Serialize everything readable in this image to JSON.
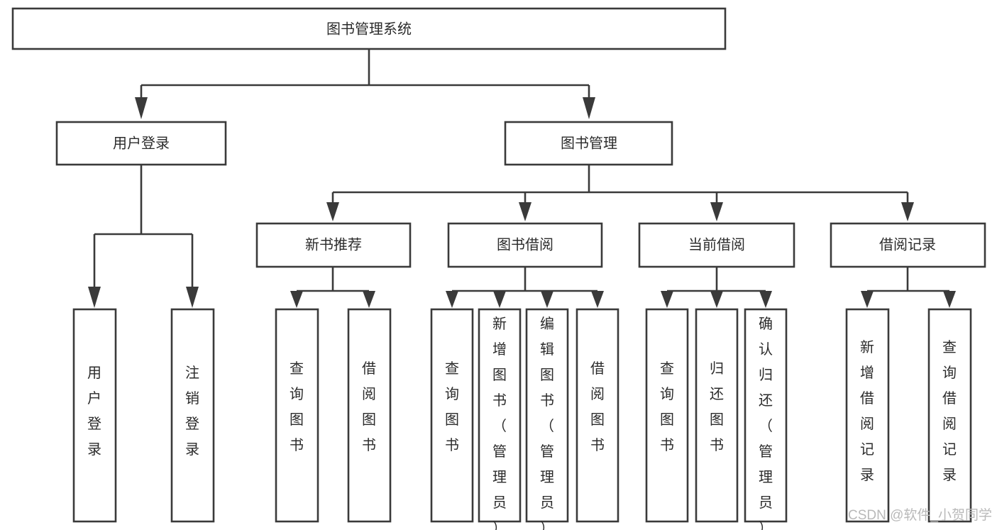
{
  "diagram": {
    "title": "图书管理系统",
    "type": "tree-hierarchy-diagram",
    "colors": {
      "background": "#ffffff",
      "stroke": "#3a3a3a",
      "box_fill": "#ffffff",
      "text": "#2b2b2b",
      "watermark": "#b9b9b9"
    },
    "root": {
      "label": "图书管理系统"
    },
    "level2": [
      {
        "label": "用户登录"
      },
      {
        "label": "图书管理"
      }
    ],
    "level3": [
      {
        "label": "新书推荐"
      },
      {
        "label": "图书借阅"
      },
      {
        "label": "当前借阅"
      },
      {
        "label": "借阅记录"
      }
    ],
    "leaves": {
      "user_login": [
        {
          "label": "用户登录"
        },
        {
          "label": "注销登录"
        }
      ],
      "new_book_recommend": [
        {
          "label": "查询图书"
        },
        {
          "label": "借阅图书"
        }
      ],
      "book_borrow": [
        {
          "label": "查询图书"
        },
        {
          "label": "新增图书（管理员）"
        },
        {
          "label": "编辑图书（管理员）"
        },
        {
          "label": "借阅图书"
        }
      ],
      "current_borrow": [
        {
          "label": "查询图书"
        },
        {
          "label": "归还图书"
        },
        {
          "label": "确认归还（管理员）"
        }
      ],
      "borrow_record": [
        {
          "label": "新增借阅记录"
        },
        {
          "label": "查询借阅记录"
        }
      ]
    }
  },
  "watermark": {
    "text": "CSDN @软件_小贺同学"
  }
}
